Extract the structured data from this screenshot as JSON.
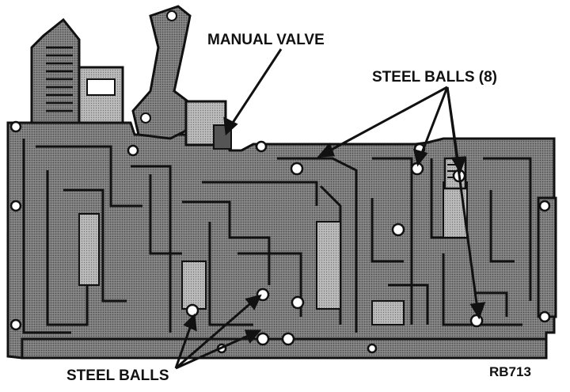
{
  "labels": {
    "manual_valve": "MANUAL VALVE",
    "steel_balls_top": "STEEL BALLS (8)",
    "steel_balls_bottom": "STEEL BALLS",
    "figure_code": "RB713"
  },
  "colors": {
    "ink": "#111111",
    "body_fill": "#6b6b6b",
    "channel_fill": "#a8a8a8",
    "light_fill": "#cfcfcf",
    "paper": "#ffffff"
  }
}
